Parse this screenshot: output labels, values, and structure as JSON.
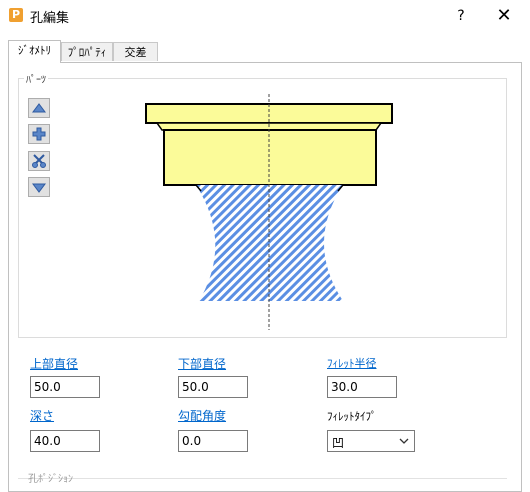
{
  "window": {
    "app_icon": "P",
    "title": "孔編集",
    "help_label": "?",
    "close_label": "✕"
  },
  "tabs": [
    {
      "label": "ｼﾞｵﾒﾄﾘ",
      "active": true
    },
    {
      "label": "ﾌﾟﾛﾊﾟﾃｨ",
      "active": false
    },
    {
      "label": "交差",
      "active": false
    }
  ],
  "parts_group": {
    "legend": "ﾊﾟｰﾂ",
    "buttons": [
      "up-arrow-icon",
      "plus-icon",
      "cut-icon",
      "down-arrow-icon"
    ]
  },
  "fields": {
    "top_diameter": {
      "label": "上部直径",
      "value": "50.0"
    },
    "bottom_diameter": {
      "label": "下部直径",
      "value": "50.0"
    },
    "fillet_radius": {
      "label": "ﾌｨﾚｯﾄ半径",
      "value": "30.0"
    },
    "depth": {
      "label": "深さ",
      "value": "40.0"
    },
    "draft_angle": {
      "label": "勾配角度",
      "value": "0.0"
    },
    "fillet_type": {
      "label": "ﾌｨﾚｯﾄﾀｲﾌﾟ",
      "value": "凹"
    }
  },
  "position_group": {
    "legend": "孔ﾎﾟｼﾞｼｮﾝ"
  },
  "colors": {
    "part_fill": "#fbfb99",
    "hatch": "#5b8fe3",
    "link": "#0066cc"
  }
}
